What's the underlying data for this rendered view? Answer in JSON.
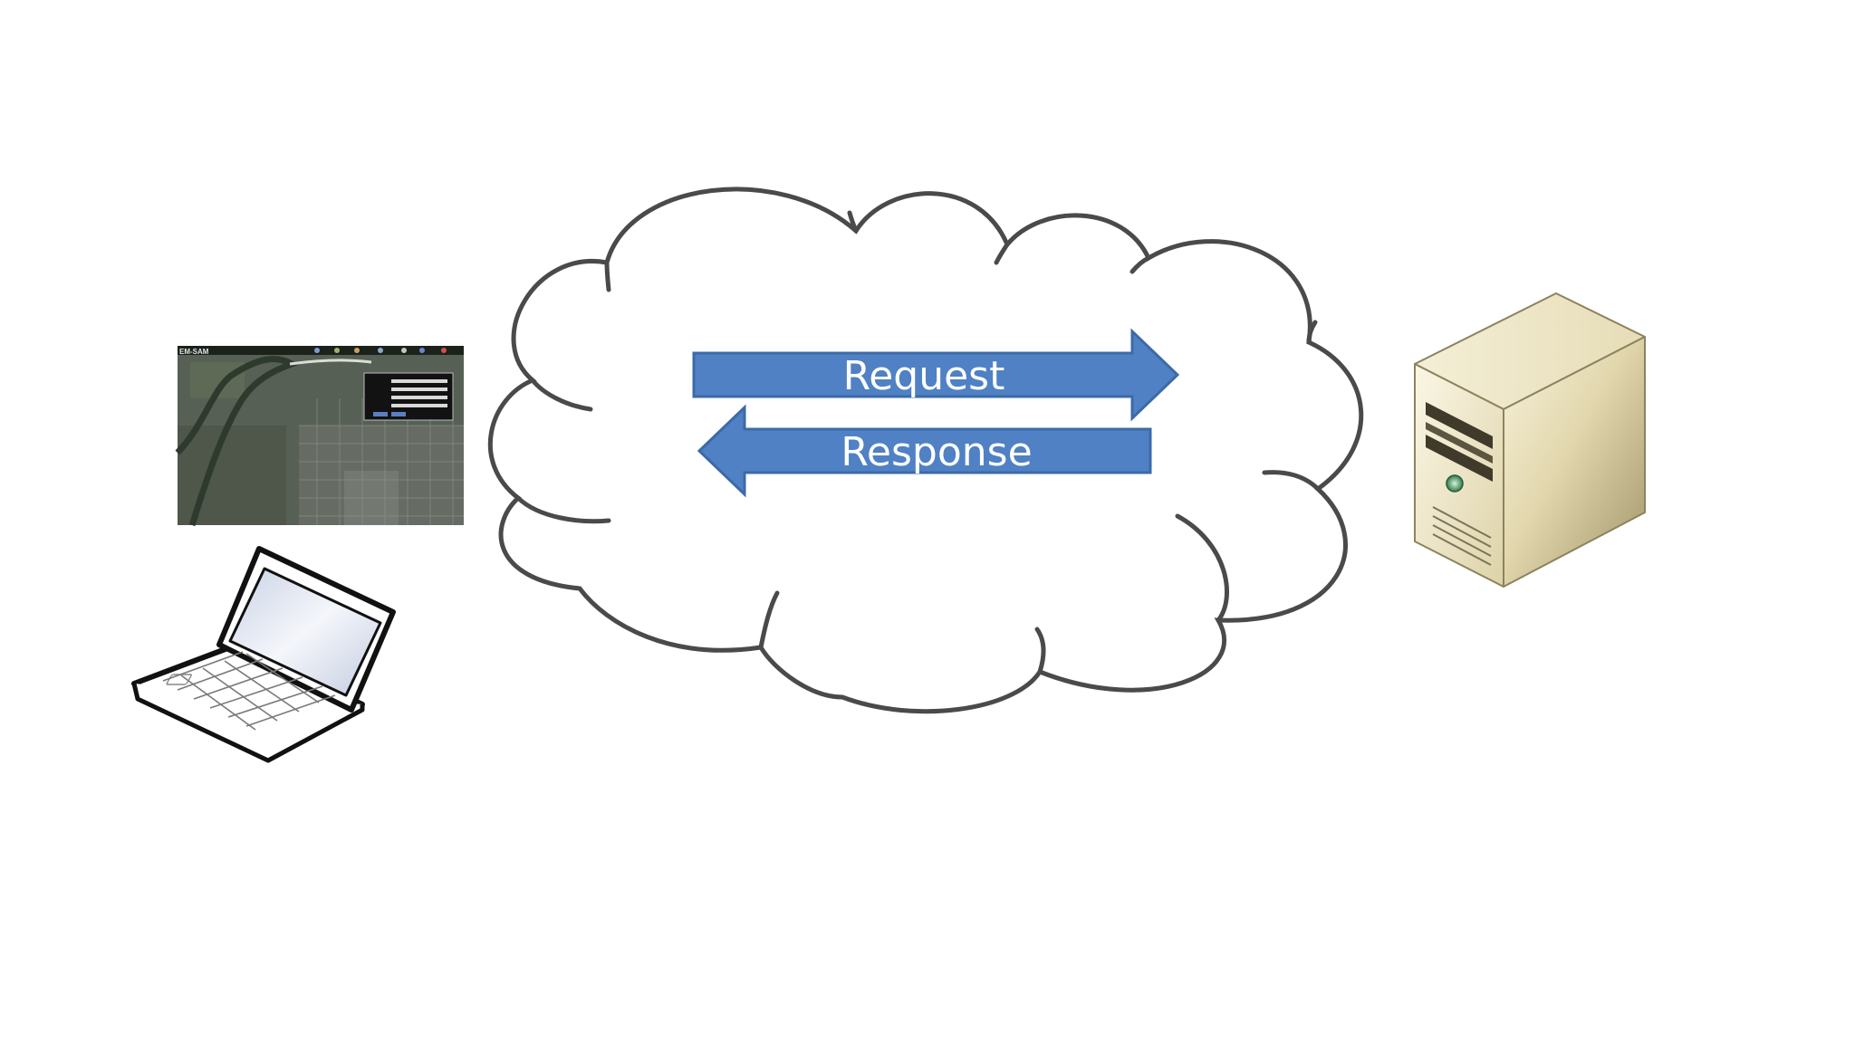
{
  "diagram": {
    "request_label": "Request",
    "response_label": "Response",
    "client_app_logo": "EM-SAM"
  },
  "colors": {
    "background": "#ffffff",
    "arrow_fill": "#4f81c4",
    "arrow_stroke": "#3c6aa8",
    "arrow_text": "#ffffff",
    "cloud_stroke": "#4a4a4a",
    "laptop_stroke": "#111111",
    "laptop_screen": "#dde3ef",
    "server_body": "#efe8cf",
    "server_shadow": "#b9ae86",
    "map_base": "#586055"
  },
  "icons": {
    "client": "laptop-icon",
    "server": "server-tower-icon",
    "network": "cloud-shape",
    "screenshot": "map-screenshot"
  }
}
